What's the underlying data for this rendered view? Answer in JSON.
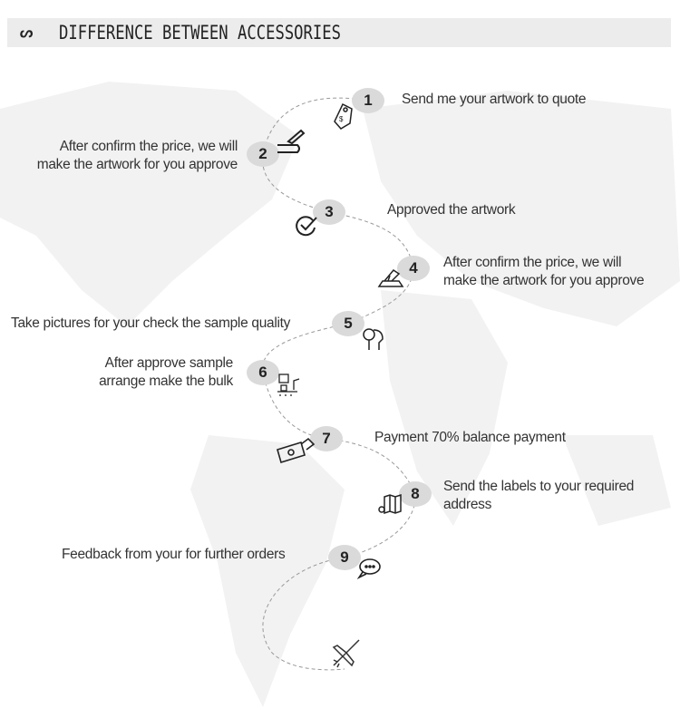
{
  "header": {
    "logo_icon": "stumbleupon-icon",
    "title": "DIFFERENCE BETWEEN ACCESSORIES"
  },
  "steps": [
    {
      "num": "1",
      "icon": "price-tag-icon",
      "lines": [
        "Send me your artwork to quote"
      ]
    },
    {
      "num": "2",
      "icon": "pen-signature-icon",
      "lines": [
        "After confirm the price, we will",
        "make the artwork for you approve"
      ]
    },
    {
      "num": "3",
      "icon": "check-circle-icon",
      "lines": [
        "Approved the artwork"
      ]
    },
    {
      "num": "4",
      "icon": "sewing-machine-icon",
      "lines": [
        "After confirm the price, we will",
        "make the artwork for you approve"
      ]
    },
    {
      "num": "5",
      "icon": "inspection-magnifier-icon",
      "lines": [
        "Take pictures for your check the sample quality"
      ]
    },
    {
      "num": "6",
      "icon": "production-line-icon",
      "lines": [
        "After approve sample",
        "arrange make the bulk"
      ]
    },
    {
      "num": "7",
      "icon": "money-payment-icon",
      "lines": [
        "Payment 70% balance payment"
      ]
    },
    {
      "num": "8",
      "icon": "map-location-icon",
      "lines": [
        "Send the labels to your required",
        "address"
      ]
    },
    {
      "num": "9",
      "icon": "chat-bubbles-icon",
      "lines": [
        "Feedback from your for further orders"
      ]
    }
  ],
  "end_icon": "airplane-icon"
}
